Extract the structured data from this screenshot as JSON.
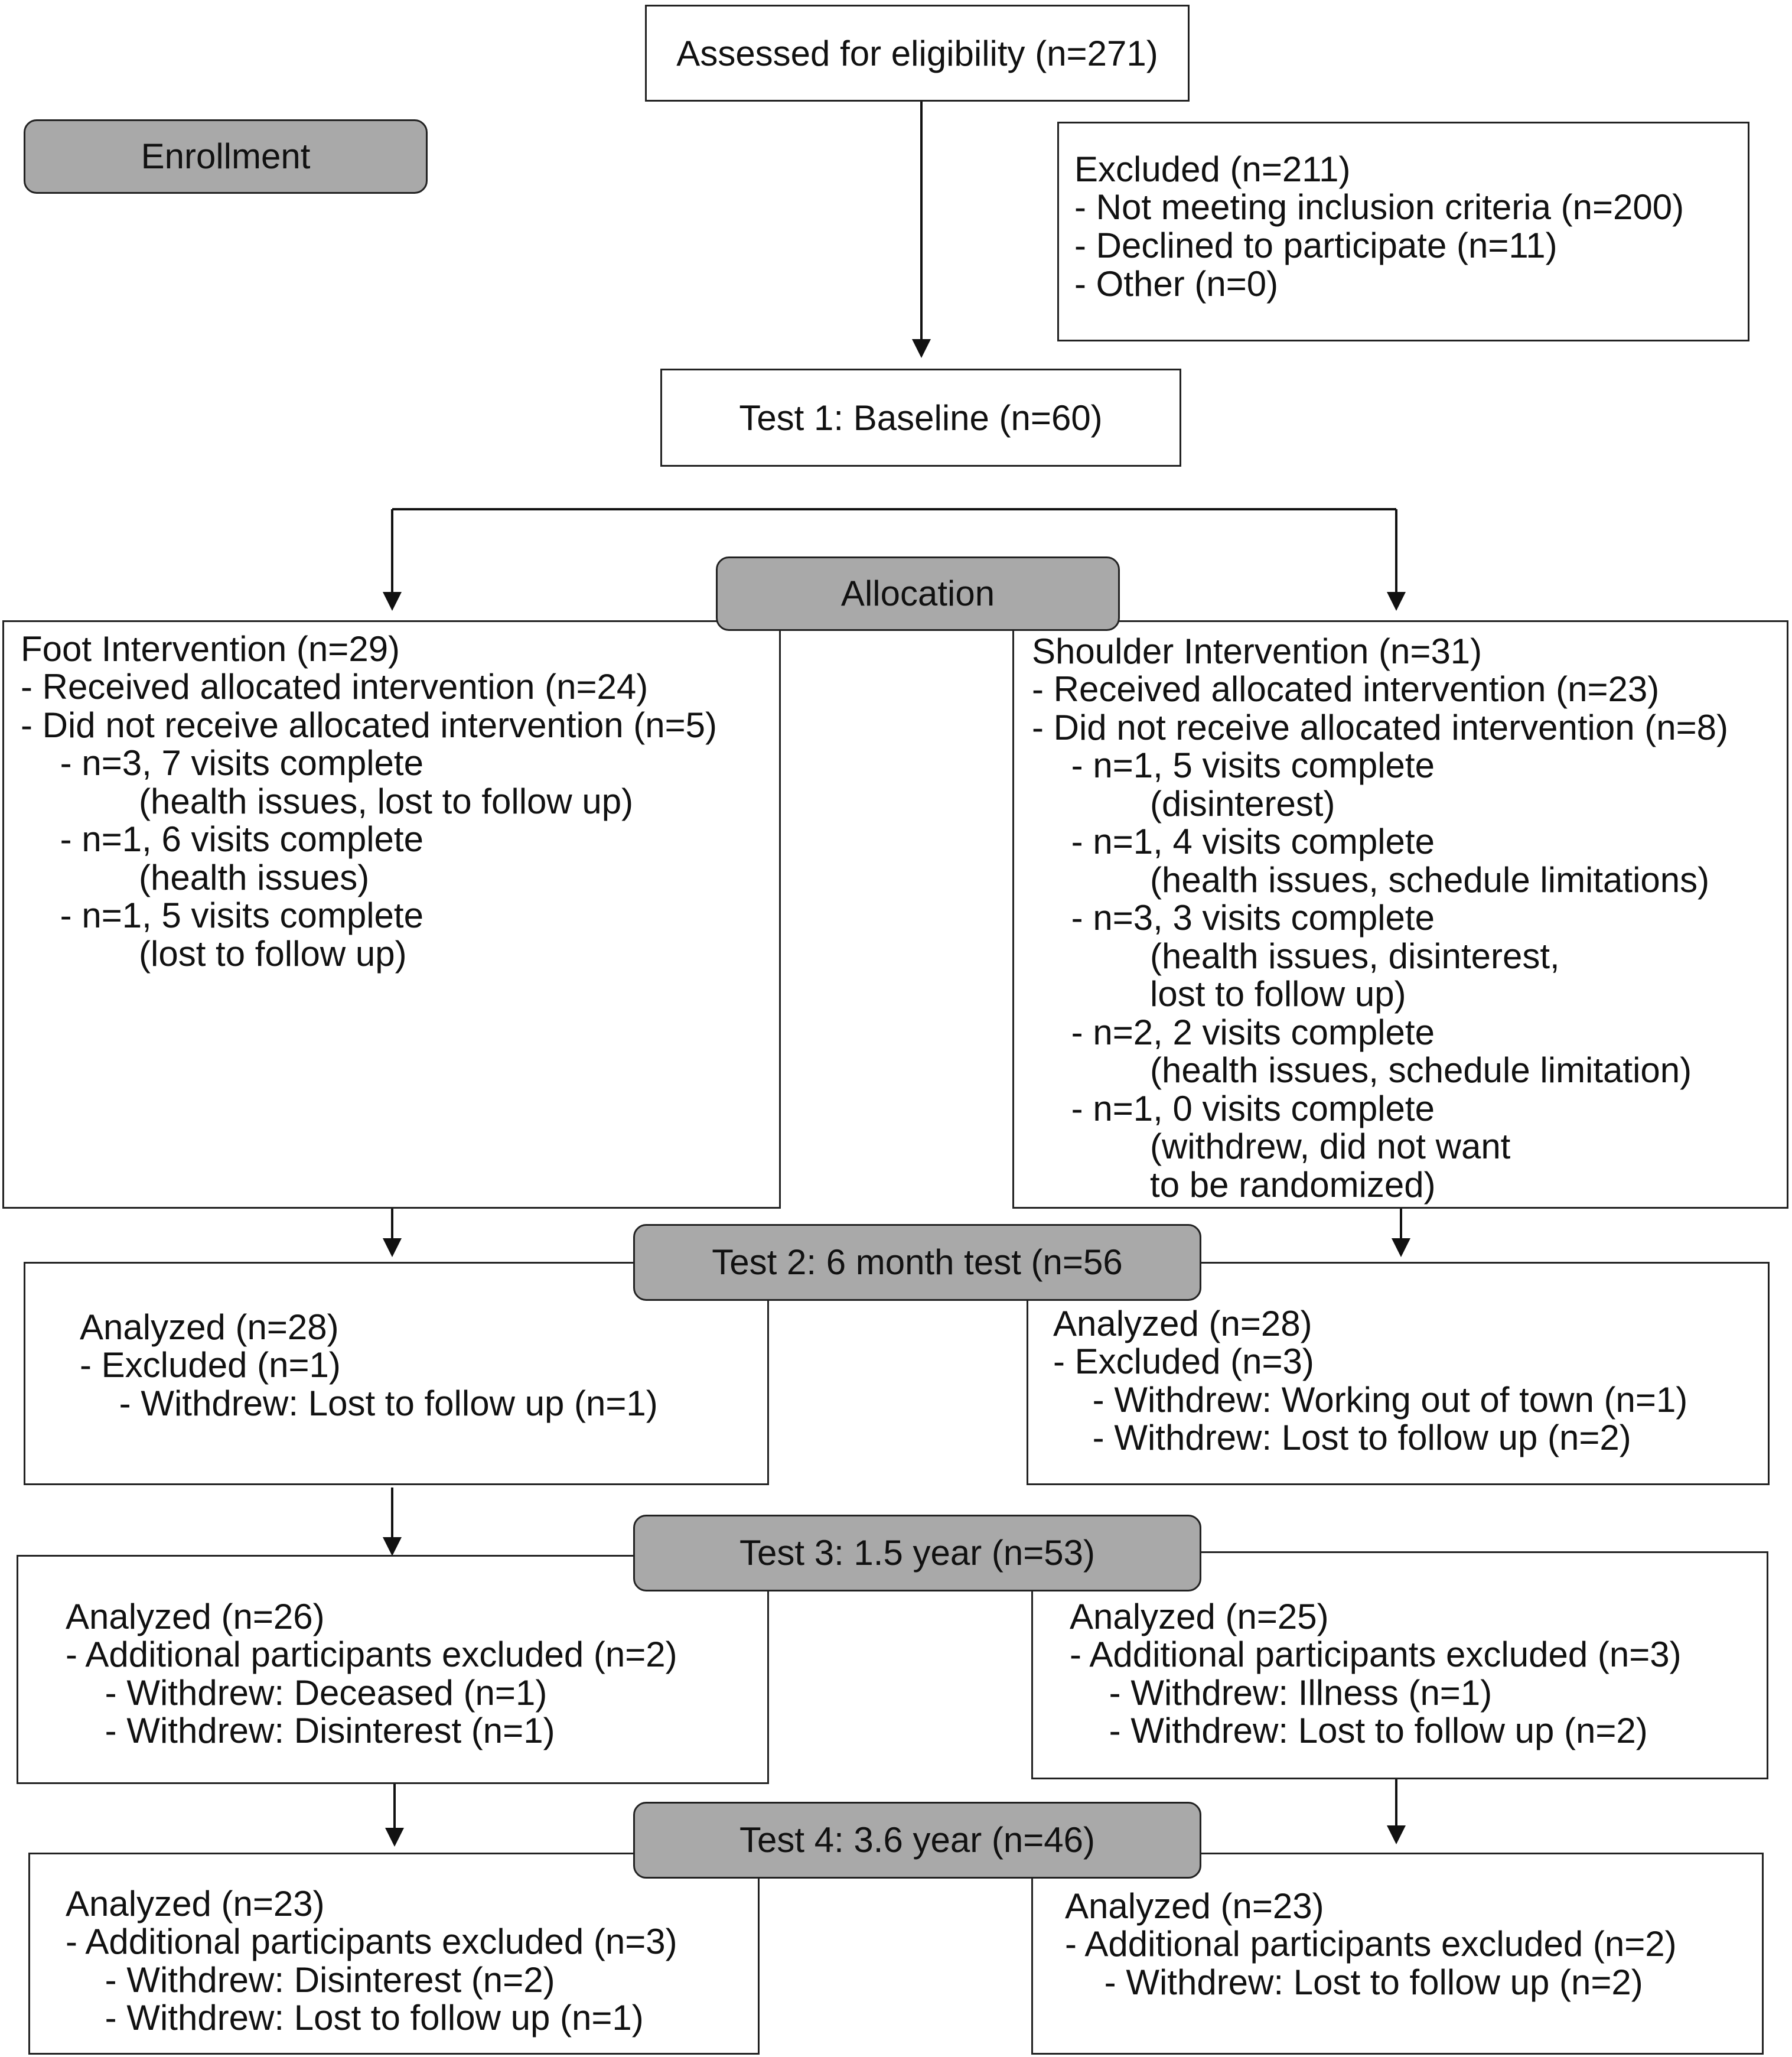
{
  "enrollment": {
    "label": "Enrollment",
    "assessed": "Assessed for eligibility (n=271)",
    "excluded": [
      "Excluded (n=211)",
      "- Not meeting inclusion criteria (n=200)",
      "- Declined to participate (n=11)",
      "- Other (n=0)"
    ],
    "baseline": "Test 1: Baseline (n=60)"
  },
  "allocation": {
    "label": "Allocation",
    "foot": [
      "Foot Intervention (n=29)",
      "- Received allocated intervention (n=24)",
      "- Did not receive allocated intervention (n=5)",
      "    - n=3, 7 visits complete",
      "            (health issues, lost to follow up)",
      "    - n=1, 6 visits complete",
      "            (health issues)",
      "    - n=1, 5 visits complete",
      "            (lost to follow up)"
    ],
    "shoulder": [
      "Shoulder Intervention (n=31)",
      "- Received allocated intervention (n=23)",
      "- Did not receive allocated intervention (n=8)",
      "    - n=1, 5 visits complete",
      "            (disinterest)",
      "    - n=1, 4 visits complete",
      "            (health issues, schedule limitations)",
      "    - n=3, 3 visits complete",
      "            (health issues, disinterest,",
      "            lost to follow up)",
      "    - n=2, 2 visits complete",
      "            (health issues, schedule limitation)",
      "    - n=1, 0 visits complete",
      "            (withdrew, did not want",
      "            to be randomized)"
    ]
  },
  "test2": {
    "label": "Test 2: 6 month test (n=56",
    "foot": [
      "Analyzed (n=28)",
      "- Excluded (n=1)",
      "    - Withdrew: Lost to follow up (n=1)"
    ],
    "shoulder": [
      "Analyzed (n=28)",
      "- Excluded (n=3)",
      "    - Withdrew: Working out of town (n=1)",
      "    - Withdrew: Lost to follow up (n=2)"
    ]
  },
  "test3": {
    "label": "Test 3: 1.5 year (n=53)",
    "foot": [
      "Analyzed (n=26)",
      "- Additional participants excluded (n=2)",
      "    - Withdrew: Deceased (n=1)",
      "    - Withdrew: Disinterest (n=1)"
    ],
    "shoulder": [
      "Analyzed (n=25)",
      "- Additional participants excluded (n=3)",
      "    - Withdrew: Illness (n=1)",
      "    - Withdrew: Lost to follow up (n=2)"
    ]
  },
  "test4": {
    "label": "Test 4: 3.6 year (n=46)",
    "foot": [
      "Analyzed (n=23)",
      "- Additional participants excluded (n=3)",
      "    - Withdrew: Disinterest (n=2)",
      "    - Withdrew: Lost to follow up (n=1)"
    ],
    "shoulder": [
      "Analyzed (n=23)",
      "- Additional participants excluded (n=2)",
      "    - Withdrew: Lost to follow up (n=2)"
    ]
  }
}
